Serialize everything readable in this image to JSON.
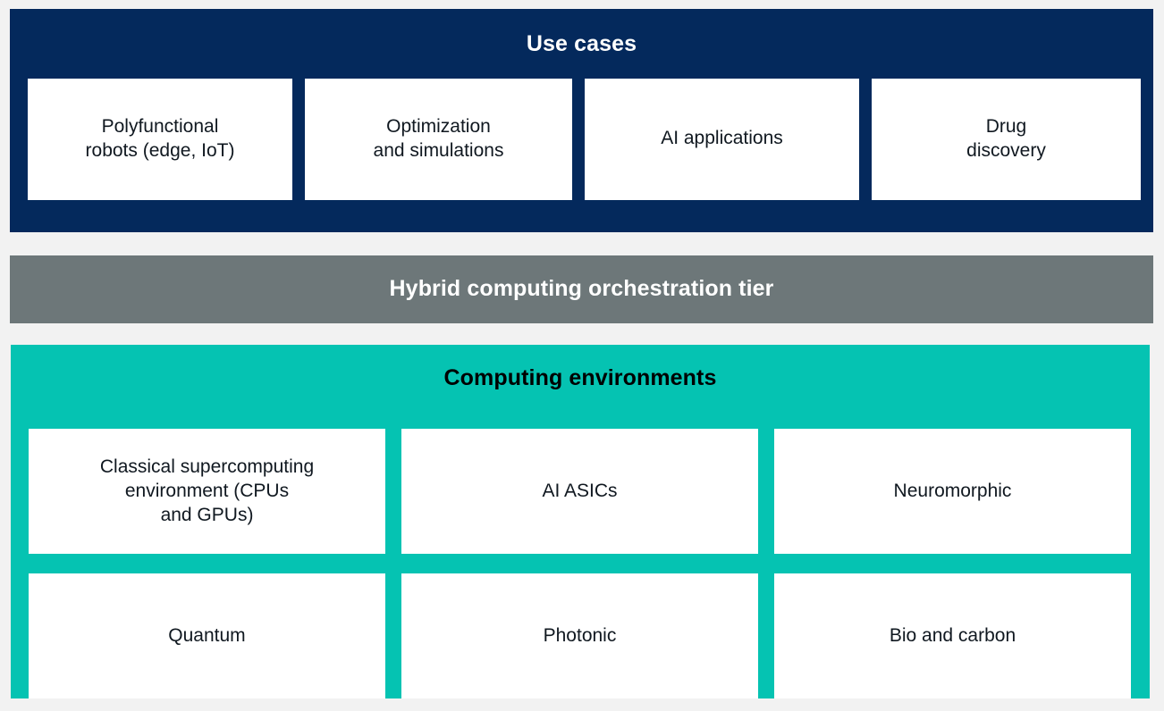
{
  "colors": {
    "page_background": "#f2f2f2",
    "use_cases_band": "#04295c",
    "orchestration_band": "#6d7779",
    "computing_band": "#05c3b2",
    "card_background": "#ffffff",
    "card_text": "#101820",
    "light_title_text": "#ffffff",
    "dark_title_text": "#000000"
  },
  "use_cases": {
    "title": "Use cases",
    "cards": [
      {
        "label": "Polyfunctional\nrobots (edge, IoT)"
      },
      {
        "label": "Optimization\nand simulations"
      },
      {
        "label": "AI applications"
      },
      {
        "label": "Drug\ndiscovery"
      }
    ]
  },
  "orchestration": {
    "title": "Hybrid computing orchestration tier"
  },
  "computing_environments": {
    "title": "Computing environments",
    "rows": [
      {
        "cards": [
          {
            "label": "Classical supercomputing\nenvironment (CPUs\nand GPUs)"
          },
          {
            "label": "AI ASICs"
          },
          {
            "label": "Neuromorphic"
          }
        ]
      },
      {
        "cards": [
          {
            "label": "Quantum"
          },
          {
            "label": "Photonic"
          },
          {
            "label": "Bio and carbon"
          }
        ]
      }
    ]
  }
}
